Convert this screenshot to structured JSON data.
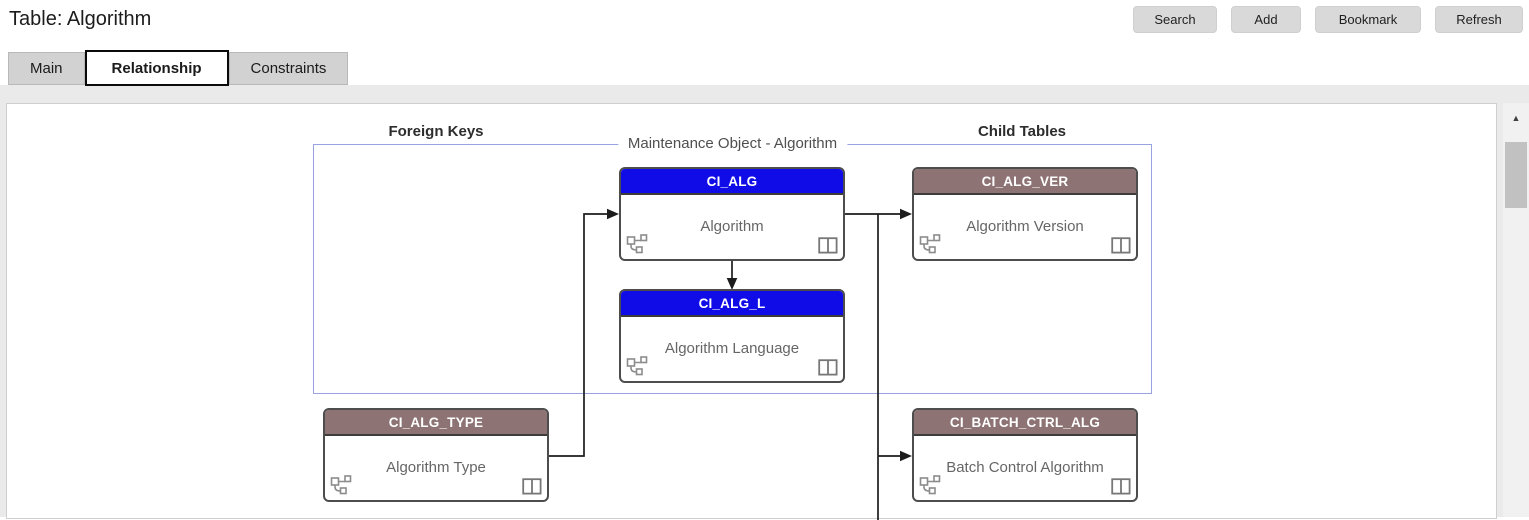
{
  "header": {
    "title": "Table: Algorithm",
    "buttons": [
      "Search",
      "Add",
      "Bookmark",
      "Refresh"
    ]
  },
  "tabs": [
    {
      "label": "Main",
      "active": false
    },
    {
      "label": "Relationship",
      "active": true
    },
    {
      "label": "Constraints",
      "active": false
    }
  ],
  "diagram": {
    "foreign_keys_label": "Foreign Keys",
    "child_tables_label": "Child Tables",
    "group_label": "Maintenance Object - Algorithm",
    "tables": [
      {
        "name": "CI_ALG",
        "description": "Algorithm",
        "header_color": "#0f0ce8",
        "section": "maintenance-object"
      },
      {
        "name": "CI_ALG_L",
        "description": "Algorithm Language",
        "header_color": "#0f0ce8",
        "section": "maintenance-object"
      },
      {
        "name": "CI_ALG_VER",
        "description": "Algorithm Version",
        "header_color": "#8d7374",
        "section": "child-tables"
      },
      {
        "name": "CI_ALG_TYPE",
        "description": "Algorithm Type",
        "header_color": "#8d7374",
        "section": "foreign-keys"
      },
      {
        "name": "CI_BATCH_CTRL_ALG",
        "description": "Batch Control Algorithm",
        "header_color": "#8d7374",
        "section": "child-tables"
      }
    ],
    "colors": {
      "maintenance_header": "#0f0ce8",
      "related_header": "#8d7374",
      "group_border": "#9aa3e2",
      "connector": "#1c1c1c"
    },
    "icons": [
      "relationship-icon",
      "table-columns-icon"
    ]
  },
  "scrollbar": {
    "up_icon": "▲"
  }
}
